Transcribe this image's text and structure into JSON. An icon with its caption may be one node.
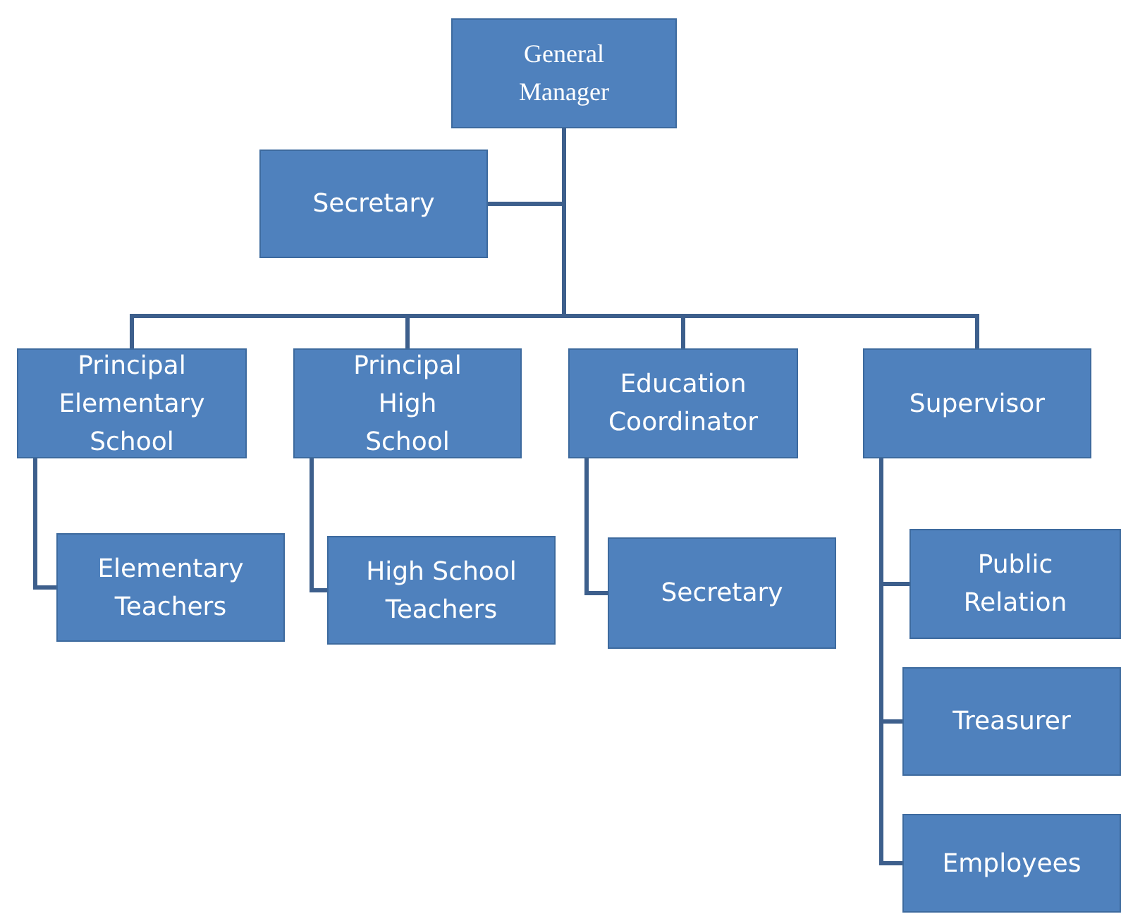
{
  "diagram": {
    "nodes": [
      {
        "text": [
          "General Manager"
        ]
      },
      {
        "text": [
          "Secretary"
        ]
      },
      {
        "text": [
          "Principal Elementary School"
        ]
      },
      {
        "text": [
          "Principal High School"
        ]
      },
      {
        "text": [
          "Education Coordinator"
        ]
      },
      {
        "text": [
          "Supervisor"
        ]
      },
      {
        "text": [
          "Elementary Teachers"
        ]
      },
      {
        "text": [
          "High School Teachers"
        ]
      },
      {
        "text": [
          "Secretary"
        ]
      },
      {
        "text": [
          "Public Relation"
        ]
      },
      {
        "text": [
          "Treasurer"
        ]
      },
      {
        "text": [
          "Employees"
        ]
      }
    ],
    "edges": [
      {
        "from": 0,
        "to": 1,
        "arrow": "none"
      },
      {
        "from": 0,
        "to": 2,
        "arrow": "none"
      },
      {
        "from": 0,
        "to": 3,
        "arrow": "none"
      },
      {
        "from": 0,
        "to": 4,
        "arrow": "none"
      },
      {
        "from": 0,
        "to": 5,
        "arrow": "none"
      },
      {
        "from": 2,
        "to": 6,
        "arrow": "none"
      },
      {
        "from": 3,
        "to": 7,
        "arrow": "none"
      },
      {
        "from": 4,
        "to": 8,
        "arrow": "none"
      },
      {
        "from": 5,
        "to": 9,
        "arrow": "none"
      },
      {
        "from": 5,
        "to": 10,
        "arrow": "none"
      },
      {
        "from": 5,
        "to": 11,
        "arrow": "none"
      }
    ]
  }
}
